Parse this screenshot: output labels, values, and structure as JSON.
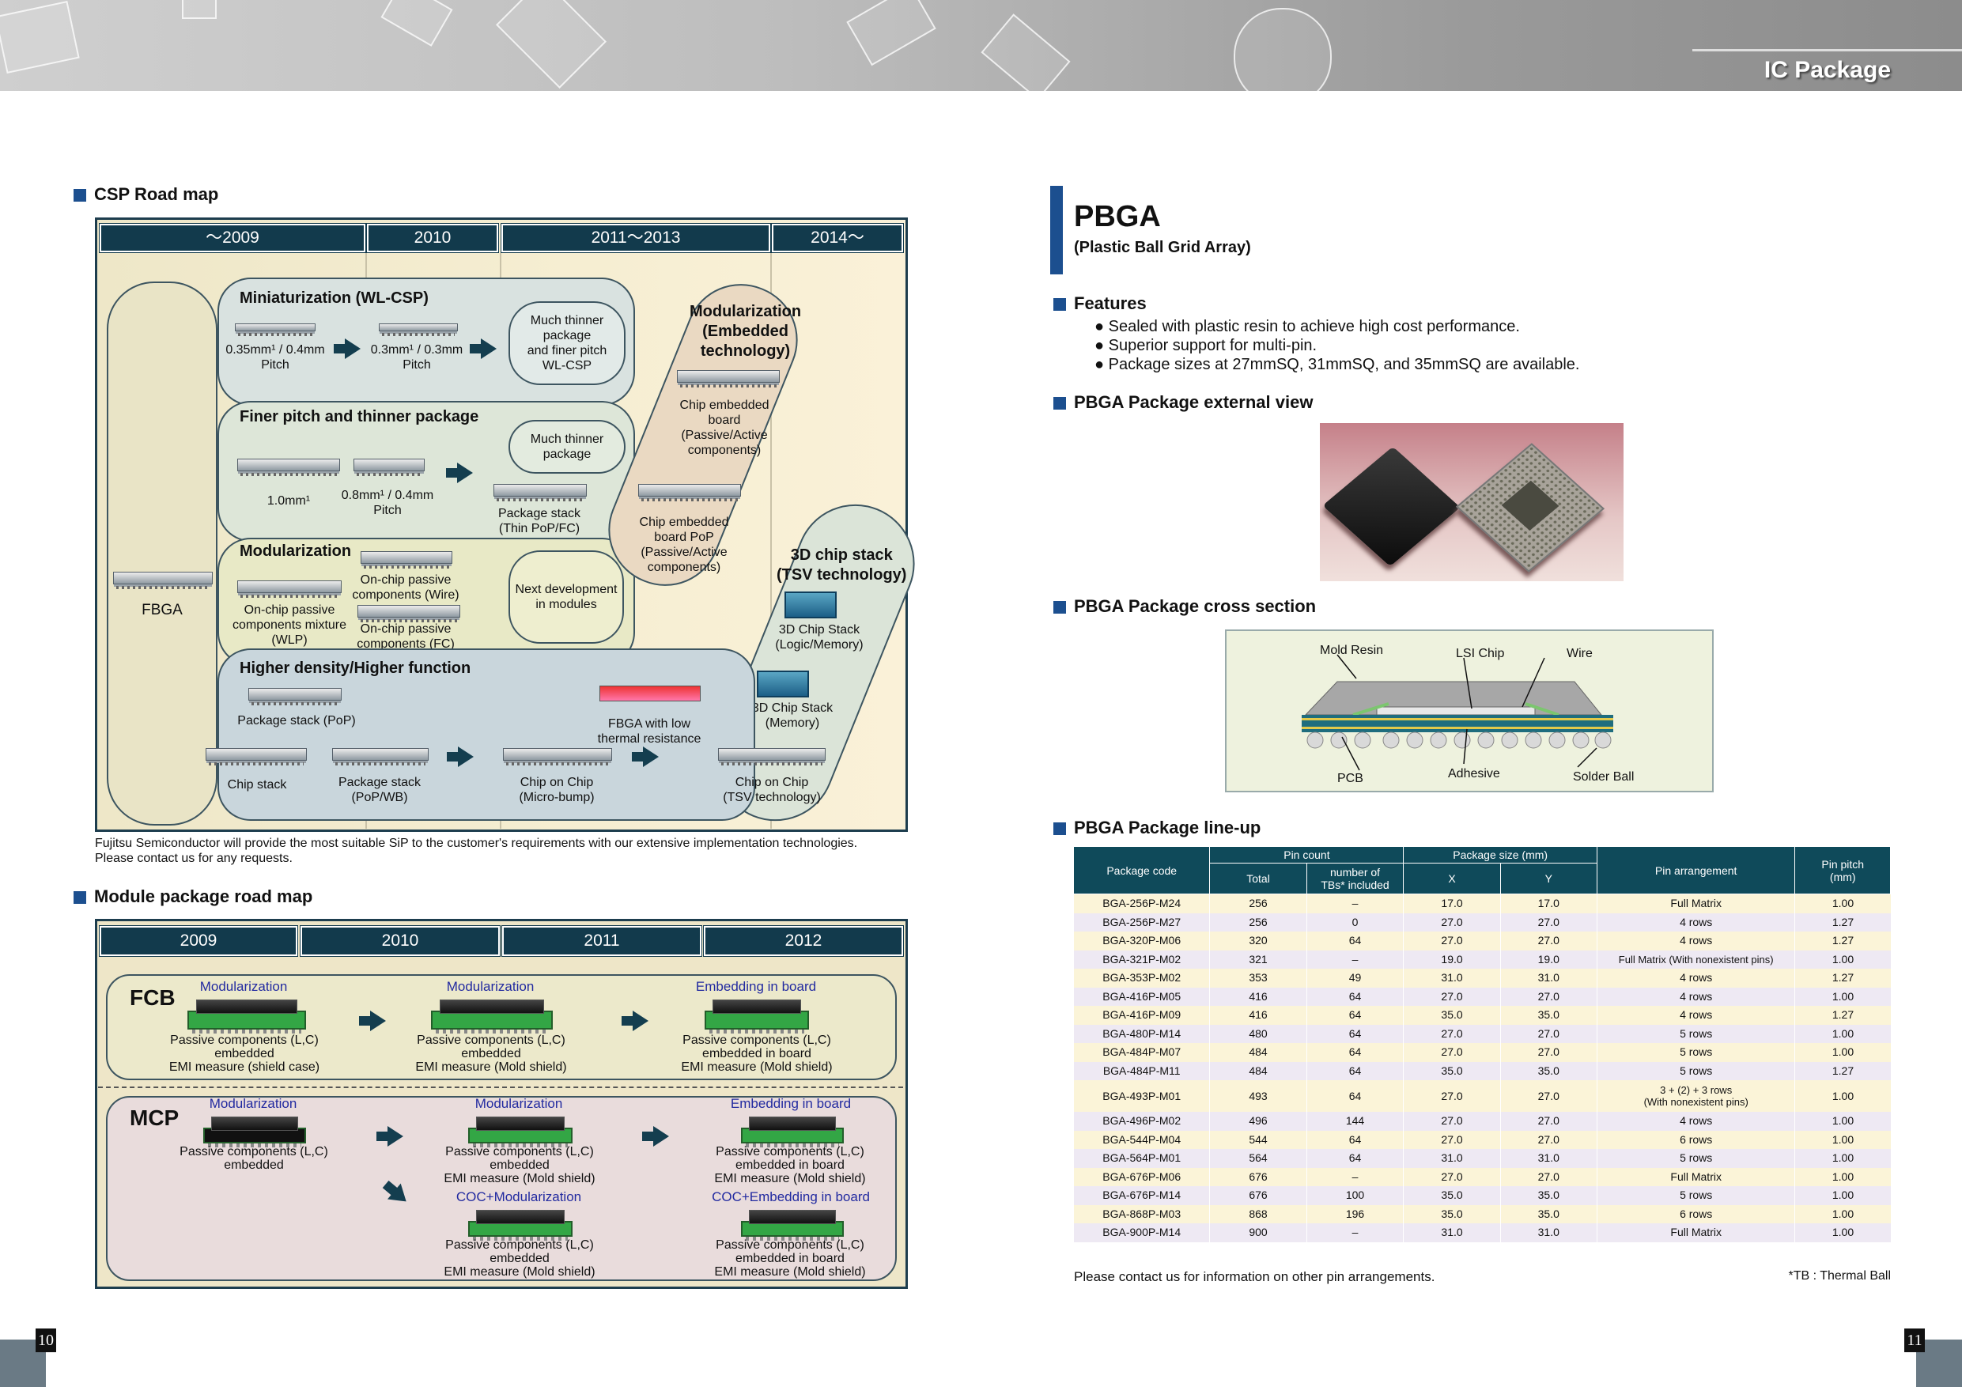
{
  "header": {
    "section_title": "IC Package"
  },
  "left": {
    "csp_heading": "CSP Road map",
    "csp_years": [
      "～2009",
      "2010",
      "2011～2013",
      "2014～"
    ],
    "csp_labels": {
      "fbga": "FBGA",
      "miniaturization": "Miniaturization (WL-CSP)",
      "p035": "0.35mm¹ / 0.4mm\nPitch",
      "p03": "0.3mm¹ / 0.3mm\nPitch",
      "thinner_fine": "Much thinner\npackage\nand finer pitch\nWL-CSP",
      "finer": "Finer pitch and thinner package",
      "t10": "1.0mm¹",
      "t08": "0.8mm¹ / 0.4mm\nPitch",
      "thinner": "Much thinner\npackage",
      "pkg_stack_thin": "Package stack\n(Thin PoP/FC)",
      "modularization": "Modularization",
      "onchip_mix": "On-chip passive\ncomponents mixture\n(WLP)",
      "onchip_wire": "On-chip passive\ncomponents (Wire)",
      "onchip_fc": "On-chip passive\ncomponents (FC)",
      "next_dev": "Next development\nin modules",
      "mod_embedded": "Modularization\n(Embedded\ntechnology)",
      "chip_emb_board": "Chip embedded\nboard\n(Passive/Active\ncomponents)",
      "chip_emb_pop": "Chip embedded\nboard PoP\n(Passive/Active\ncomponents)",
      "chip3d": "3D chip stack\n(TSV technology)",
      "stack_logic": "3D Chip Stack\n(Logic/Memory)",
      "stack_mem": "3D Chip Stack\n(Memory)",
      "higher": "Higher density/Higher function",
      "pop": "Package stack (PoP)",
      "fbga_low": "FBGA with low\nthermal resistance",
      "chip_stack": "Chip stack",
      "pkg_stack_wb": "Package stack\n(PoP/WB)",
      "coc_micro": "Chip on Chip\n(Micro-bump)",
      "coc_tsv": "Chip on Chip\n(TSV technology)"
    },
    "csp_note": "Fujitsu Semiconductor will provide the most suitable SiP to the customer's requirements with our extensive implementation technologies.\nPlease contact us for any requests.",
    "module_heading": "Module package road map",
    "module_years": [
      "2009",
      "2010",
      "2011",
      "2012"
    ],
    "fcb": {
      "title": "FCB",
      "items": [
        {
          "label": "Modularization",
          "text": "Passive components (L,C)\nembedded\nEMI measure (shield case)"
        },
        {
          "label": "Modularization",
          "text": "Passive components (L,C)\nembedded\nEMI measure (Mold shield)"
        },
        {
          "label": "Embedding in board",
          "text": "Passive components (L,C)\nembedded in board\nEMI measure (Mold shield)"
        }
      ]
    },
    "mcp": {
      "title": "MCP",
      "items": [
        {
          "label": "Modularization",
          "text": "Passive components (L,C)\nembedded"
        },
        {
          "label": "Modularization",
          "text": "Passive components (L,C)\nembedded\nEMI measure (Mold shield)"
        },
        {
          "label": "Embedding in board",
          "text": "Passive components (L,C)\nembedded in board\nEMI measure (Mold shield)"
        },
        {
          "label": "COC+Modularization",
          "text": "Passive components (L,C)\nembedded\nEMI measure (Mold shield)"
        },
        {
          "label": "COC+Embedding in board",
          "text": "Passive components (L,C)\nembedded in board\nEMI measure (Mold shield)"
        }
      ]
    },
    "page_number": "10"
  },
  "right": {
    "title": "PBGA",
    "subtitle": "(Plastic Ball Grid Array)",
    "features_heading": "Features",
    "features": [
      "Sealed with plastic resin to achieve high cost performance.",
      "Superior support for multi-pin.",
      "Package sizes at 27mmSQ, 31mmSQ, and 35mmSQ are available."
    ],
    "external_heading": "PBGA Package external view",
    "cross_heading": "PBGA Package cross section",
    "cross_labels": {
      "mold": "Mold Resin",
      "lsi": "LSI Chip",
      "wire": "Wire",
      "pcb": "PCB",
      "adhesive": "Adhesive",
      "solder": "Solder Ball"
    },
    "lineup_heading": "PBGA Package line-up",
    "table_headers": {
      "code": "Package code",
      "pin_count": "Pin count",
      "total": "Total",
      "tbs": "number of\nTBs* included",
      "size": "Package size (mm)",
      "x": "X",
      "y": "Y",
      "arrangement": "Pin arrangement",
      "pitch": "Pin pitch\n(mm)"
    },
    "table_rows": [
      [
        "BGA-256P-M24",
        "256",
        "–",
        "17.0",
        "17.0",
        "Full Matrix",
        "1.00"
      ],
      [
        "BGA-256P-M27",
        "256",
        "0",
        "27.0",
        "27.0",
        "4 rows",
        "1.27"
      ],
      [
        "BGA-320P-M06",
        "320",
        "64",
        "27.0",
        "27.0",
        "4 rows",
        "1.27"
      ],
      [
        "BGA-321P-M02",
        "321",
        "–",
        "19.0",
        "19.0",
        "Full Matrix (With nonexistent pins)",
        "1.00"
      ],
      [
        "BGA-353P-M02",
        "353",
        "49",
        "31.0",
        "31.0",
        "4 rows",
        "1.27"
      ],
      [
        "BGA-416P-M05",
        "416",
        "64",
        "27.0",
        "27.0",
        "4 rows",
        "1.00"
      ],
      [
        "BGA-416P-M09",
        "416",
        "64",
        "35.0",
        "35.0",
        "4 rows",
        "1.27"
      ],
      [
        "BGA-480P-M14",
        "480",
        "64",
        "27.0",
        "27.0",
        "5 rows",
        "1.00"
      ],
      [
        "BGA-484P-M07",
        "484",
        "64",
        "27.0",
        "27.0",
        "5 rows",
        "1.00"
      ],
      [
        "BGA-484P-M11",
        "484",
        "64",
        "35.0",
        "35.0",
        "5 rows",
        "1.27"
      ],
      [
        "BGA-493P-M01",
        "493",
        "64",
        "27.0",
        "27.0",
        "3 + (2) + 3 rows\n(With nonexistent pins)",
        "1.00"
      ],
      [
        "BGA-496P-M02",
        "496",
        "144",
        "27.0",
        "27.0",
        "4 rows",
        "1.00"
      ],
      [
        "BGA-544P-M04",
        "544",
        "64",
        "27.0",
        "27.0",
        "6 rows",
        "1.00"
      ],
      [
        "BGA-564P-M01",
        "564",
        "64",
        "31.0",
        "31.0",
        "5 rows",
        "1.00"
      ],
      [
        "BGA-676P-M06",
        "676",
        "–",
        "27.0",
        "27.0",
        "Full Matrix",
        "1.00"
      ],
      [
        "BGA-676P-M14",
        "676",
        "100",
        "35.0",
        "35.0",
        "5 rows",
        "1.00"
      ],
      [
        "BGA-868P-M03",
        "868",
        "196",
        "35.0",
        "35.0",
        "6 rows",
        "1.00"
      ],
      [
        "BGA-900P-M14",
        "900",
        "–",
        "31.0",
        "31.0",
        "Full Matrix",
        "1.00"
      ]
    ],
    "note_left": "Please contact us for information on other pin arrangements.",
    "note_right": "*TB : Thermal Ball",
    "page_number": "11"
  }
}
